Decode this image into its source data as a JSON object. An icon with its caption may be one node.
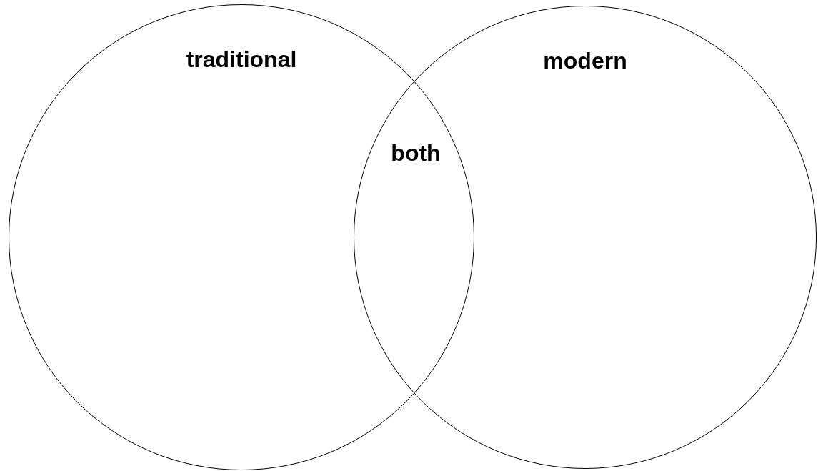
{
  "diagram": {
    "nodes": [
      {
        "text": [
          "traditional"
        ]
      },
      {
        "text": [
          "modern"
        ]
      }
    ],
    "labels": [
      "both"
    ]
  }
}
